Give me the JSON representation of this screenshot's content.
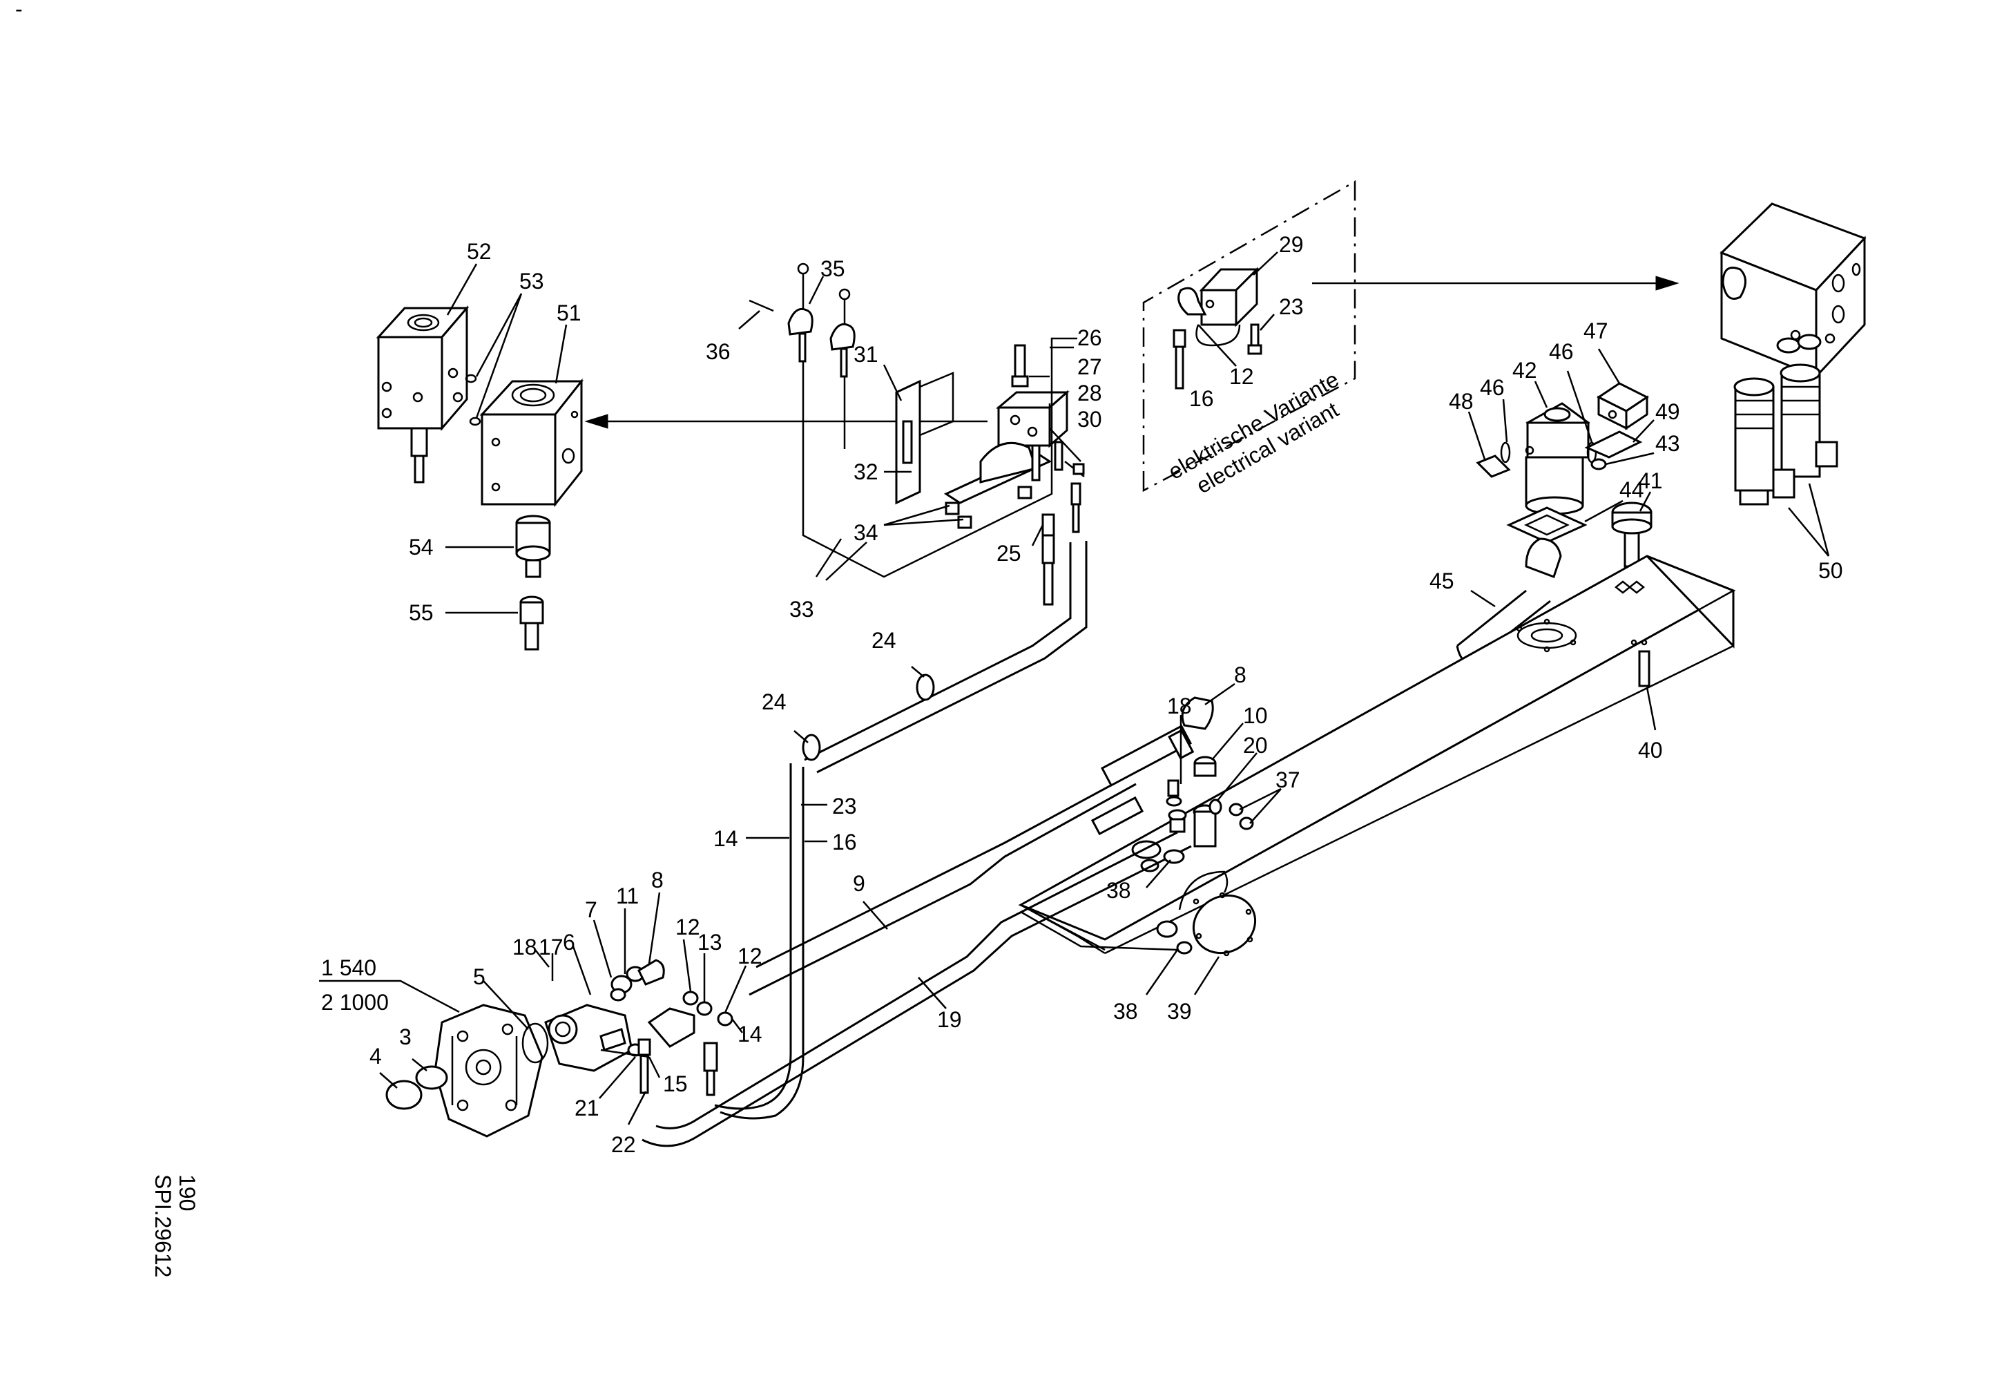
{
  "drawing": {
    "corner_mark": "-",
    "drawing_number": "SPI.29612",
    "page_number": "190",
    "variant_box": {
      "german": "elektrische Variante",
      "english": "electrical variant"
    },
    "quantity_lines": [
      "1 540",
      "2 1000"
    ]
  },
  "labels": {
    "l1": "52",
    "l2": "53",
    "l3": "51",
    "l4": "54",
    "l5": "55",
    "l6": "35",
    "l7": "36",
    "l8": "31",
    "l9": "32",
    "l10": "34",
    "l11": "33",
    "l12": "26",
    "l13": "27",
    "l14": "28",
    "l15": "30",
    "l16": "25",
    "l17": "29",
    "l18": "23",
    "l19": "12",
    "l20": "16",
    "l21": "24",
    "l22": "24",
    "l23": "23",
    "l24": "14",
    "l25": "16",
    "l26": "9",
    "l27": "19",
    "l28": "18",
    "l29": "8",
    "l30": "10",
    "l31": "20",
    "l32": "37",
    "l33": "38",
    "l34": "38",
    "l35": "39",
    "l36": "40",
    "l37": "41",
    "l38": "44",
    "l39": "45",
    "l40": "48",
    "l41": "46",
    "l42": "42",
    "l43": "46",
    "l44": "47",
    "l45": "49",
    "l46": "43",
    "l47": "50",
    "l48": "18",
    "l49": "17",
    "l50": "6",
    "l51": "7",
    "l52": "11",
    "l53": "8",
    "l54": "12",
    "l55": "13",
    "l56": "12",
    "l57": "14",
    "l58": "15",
    "l59": "21",
    "l60": "22",
    "l61": "5",
    "l62": "3",
    "l63": "4"
  }
}
